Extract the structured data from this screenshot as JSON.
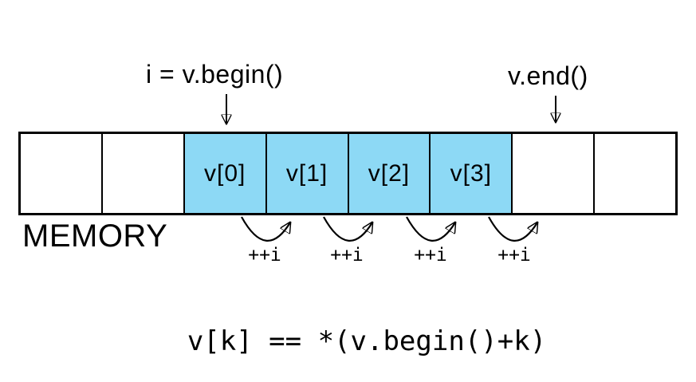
{
  "diagram": {
    "labels": {
      "begin": "i = v.begin()",
      "end": "v.end()",
      "memory": "MEMORY"
    },
    "cells": [
      {
        "label": "",
        "highlighted": false
      },
      {
        "label": "",
        "highlighted": false
      },
      {
        "label": "v[0]",
        "highlighted": true
      },
      {
        "label": "v[1]",
        "highlighted": true
      },
      {
        "label": "v[2]",
        "highlighted": true
      },
      {
        "label": "v[3]",
        "highlighted": true
      },
      {
        "label": "",
        "highlighted": false
      },
      {
        "label": "",
        "highlighted": false
      }
    ],
    "increments": [
      "++i",
      "++i",
      "++i",
      "++i"
    ],
    "formula": "v[k] == *(v.begin()+k)",
    "colors": {
      "highlight": "#8dd9f5",
      "line": "#000000",
      "background": "#ffffff"
    }
  }
}
